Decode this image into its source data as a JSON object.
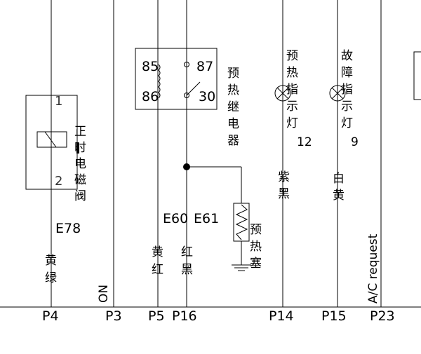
{
  "ports": [
    {
      "id": "P4",
      "label": "P4"
    },
    {
      "id": "P3",
      "label": "P3"
    },
    {
      "id": "P5",
      "label": "P5"
    },
    {
      "id": "P16",
      "label": "P16"
    },
    {
      "id": "P14",
      "label": "P14"
    },
    {
      "id": "P15",
      "label": "P15"
    },
    {
      "id": "P23",
      "label": "P23"
    }
  ],
  "solenoid": {
    "pin_top": "1",
    "pin_bottom": "2",
    "name": "正时电磁阀",
    "code": "E78"
  },
  "relay": {
    "pin_85": "85",
    "pin_86": "86",
    "pin_87": "87",
    "pin_30": "30",
    "name": "预热继电器"
  },
  "connectors": {
    "e60": "E60",
    "e61": "E61"
  },
  "heater": {
    "name": "预热塞"
  },
  "lamps": [
    {
      "name": "预热指示灯",
      "pin": "12",
      "wire": "紫黑"
    },
    {
      "name": "故障指示灯",
      "pin": "9",
      "wire": "白黄"
    }
  ],
  "wires": {
    "p4": "黄绿",
    "p3": "ON",
    "p5": "黄红",
    "p16": "红黑",
    "p23": "A/C request"
  }
}
